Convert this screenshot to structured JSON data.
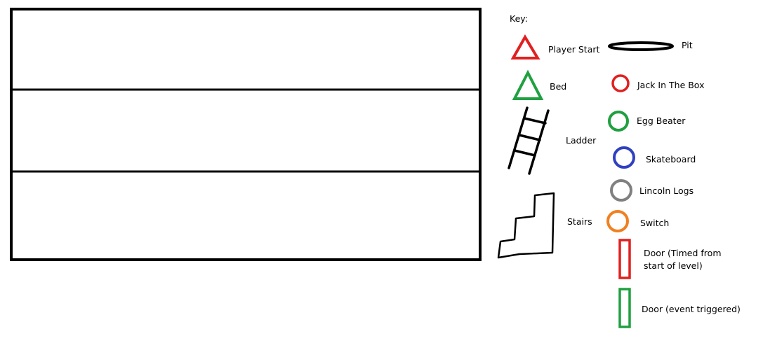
{
  "key_title": "Key:",
  "legend": {
    "player_start": {
      "label": "Player Start",
      "color": "#e02020",
      "icon": "triangle-outline"
    },
    "bed": {
      "label": "Bed",
      "color": "#20a040",
      "icon": "triangle-outline"
    },
    "ladder": {
      "label": "Ladder",
      "icon": "ladder"
    },
    "stairs": {
      "label": "Stairs",
      "icon": "stairs"
    },
    "pit": {
      "label": "Pit",
      "icon": "ellipse-outline"
    },
    "jack_in_the_box": {
      "label": "Jack In The Box",
      "color": "#e02020",
      "icon": "circle-outline"
    },
    "egg_beater": {
      "label": "Egg Beater",
      "color": "#20a040",
      "icon": "circle-outline"
    },
    "skateboard": {
      "label": "Skateboard",
      "color": "#3040c0",
      "icon": "circle-outline"
    },
    "lincoln_logs": {
      "label": "Lincoln Logs",
      "color": "#808080",
      "icon": "circle-outline"
    },
    "switch": {
      "label": "Switch",
      "color": "#f08020",
      "icon": "circle-outline"
    },
    "door_timed": {
      "label": "Door (Timed from start of level)",
      "color": "#e02020",
      "icon": "rect-outline"
    },
    "door_event": {
      "label": "Door (event triggered)",
      "color": "#20a040",
      "icon": "rect-outline"
    }
  }
}
